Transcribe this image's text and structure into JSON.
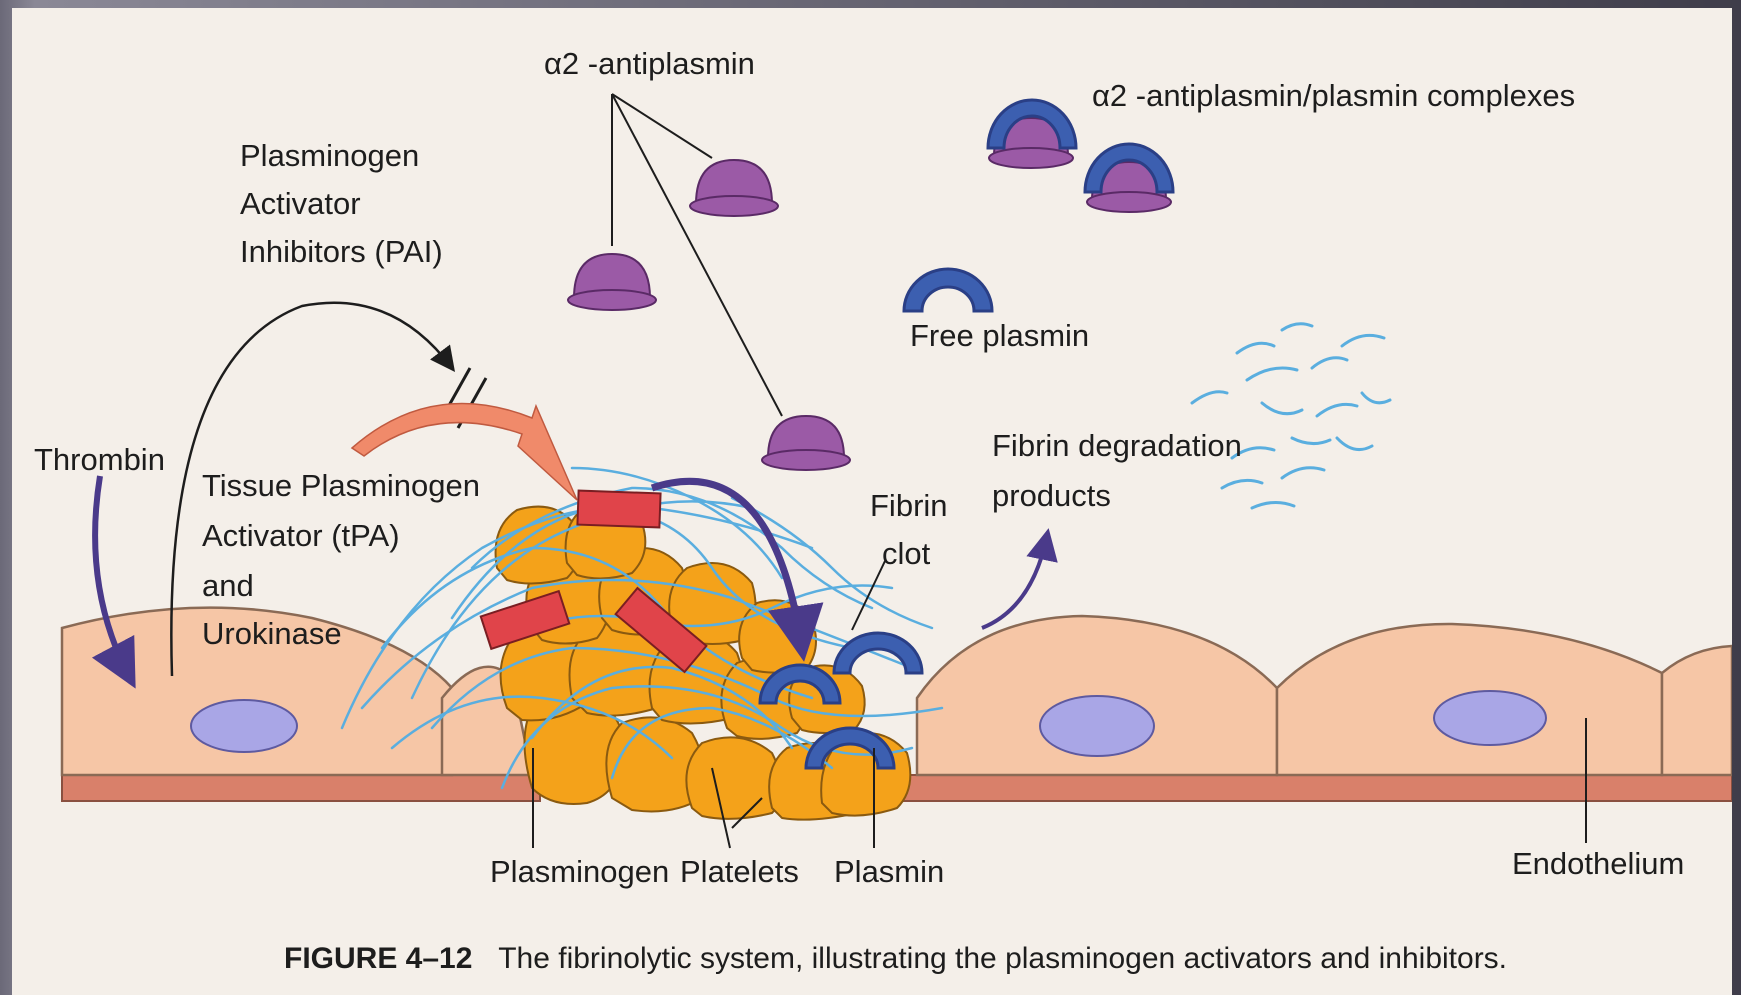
{
  "labels": {
    "alpha2_antiplasmin": "α2 -antiplasmin",
    "complexes": "α2 -antiplasmin/plasmin complexes",
    "pai_line1": "Plasminogen",
    "pai_line2": "Activator",
    "pai_line3": "Inhibitors (PAI)",
    "free_plasmin": "Free plasmin",
    "thrombin": "Thrombin",
    "tpa_line1": "Tissue Plasminogen",
    "tpa_line2": "Activator (tPA)",
    "tpa_line3": "and",
    "tpa_line4": "Urokinase",
    "fibrin_line1": "Fibrin",
    "fibrin_line2": "clot",
    "fdp_line1": "Fibrin degradation",
    "fdp_line2": "products",
    "plasminogen": "Plasminogen",
    "platelets": "Platelets",
    "plasmin": "Plasmin",
    "endothelium": "Endothelium"
  },
  "caption": {
    "figure_number": "FIGURE 4–12",
    "text": "The fibrinolytic system, illustrating the plasminogen activators and inhibitors."
  },
  "colors": {
    "cell_fill": "#f6c6a6",
    "cell_stroke": "#8a6a55",
    "nucleus": "#a9a6e6",
    "basement": "#d9806a",
    "platelet": "#f4a21a",
    "plasminogen": "#e0444a",
    "plasmin": "#3c5fb0",
    "antiplasmin": "#9b5aa6",
    "fibrin": "#5aaedf",
    "arrow_purple": "#4a3a8a",
    "arrow_orange": "#f08a6a"
  }
}
